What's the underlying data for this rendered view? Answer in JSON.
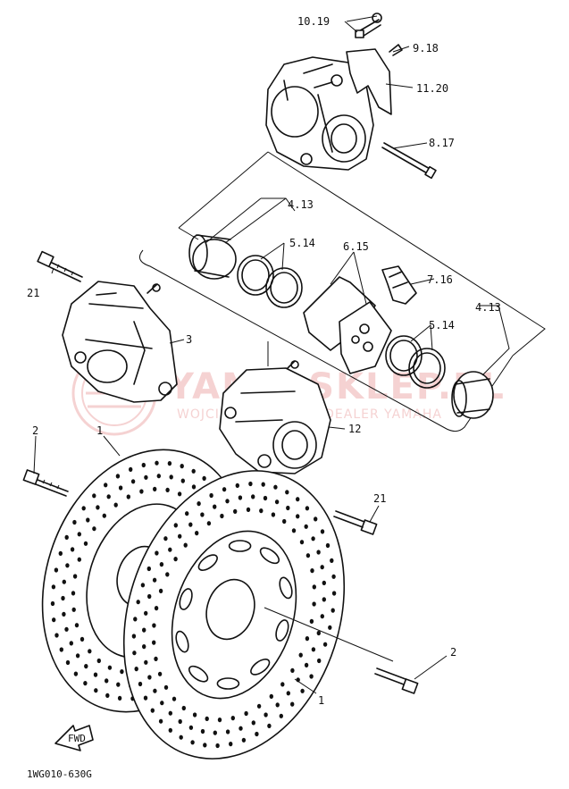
{
  "callouts": {
    "c_10_19": "10.19",
    "c_9_18": "9.18",
    "c_11_20": "11.20",
    "c_8_17": "8.17",
    "c_4_13_top": "4.13",
    "c_5_14_top": "5.14",
    "c_6_15": "6.15",
    "c_7_16": "7.16",
    "c_5_14_right": "5.14",
    "c_4_13_right": "4.13",
    "c_21_left": "21",
    "c_3": "3",
    "c_12": "12",
    "c_2_left": "2",
    "c_1_top": "1",
    "c_21_right": "21",
    "c_2_right": "2",
    "c_1_bottom": "1"
  },
  "fwd_label": "FWD",
  "diagram_code": "1WG010-630G",
  "watermark": {
    "brand": "YAMO-SKLEP.PL",
    "subtitle": "WOJCIECH BOSZTZ | DEALER YAMAHA"
  },
  "colors": {
    "ink": "#111111",
    "watermark": "#e58a8a",
    "background": "#ffffff"
  }
}
